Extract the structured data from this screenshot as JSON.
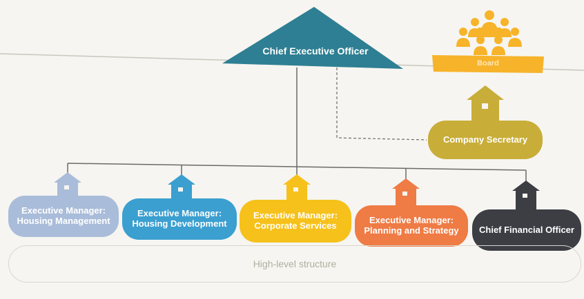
{
  "colors": {
    "ceo": "#2e7f93",
    "board": "#f7b329",
    "secretary": "#c8ad38",
    "housing_management": "#a9bcd9",
    "housing_development": "#3b9fd0",
    "corporate_services": "#f6c11b",
    "planning_strategy": "#ef7b45",
    "cfo": "#3c3e44",
    "connector": "#6b6a66"
  },
  "ceo": {
    "label": "Chief Executive Officer",
    "icon": "triangle-shape"
  },
  "board": {
    "label": "Board",
    "icon": "people-group-icon"
  },
  "secretary": {
    "label": "Company Secretary",
    "icon": "house-icon"
  },
  "managers": [
    {
      "label_line1": "Executive Manager:",
      "label_line2": "Housing Management",
      "icon": "house-icon"
    },
    {
      "label_line1": "Executive Manager:",
      "label_line2": "Housing Development",
      "icon": "house-icon"
    },
    {
      "label_line1": "Executive Manager:",
      "label_line2": "Corporate Services",
      "icon": "house-icon"
    },
    {
      "label_line1": "Executive Manager:",
      "label_line2": "Planning and Strategy",
      "icon": "house-icon"
    },
    {
      "label_line1": "Chief Financial Officer",
      "label_line2": "",
      "icon": "house-icon"
    }
  ],
  "footer": {
    "label": "High-level structure"
  }
}
